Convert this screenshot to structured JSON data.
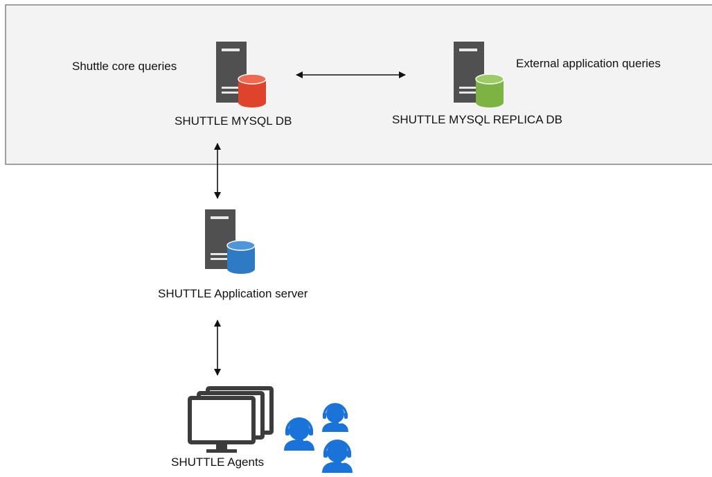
{
  "labels": {
    "core_queries": "Shuttle core queries",
    "external_queries": "External application queries",
    "mysql_db": "SHUTTLE MYSQL DB",
    "replica_db": "SHUTTLE MYSQL REPLICA DB",
    "app_server": "SHUTTLE Application server",
    "agents": "SHUTTLE Agents"
  },
  "colors": {
    "db_group_fill": "#f3f3f3",
    "db_group_border": "#666666",
    "server_body": "#505050",
    "primary_db_cylinder": "#e0432b",
    "replica_db_cylinder": "#7cb342",
    "app_db_cylinder": "#2f7ac4",
    "agent_icon": "#1a73d9",
    "monitor": "#3c3c3c",
    "arrow": "#111111"
  },
  "icons": {
    "primary_db": "database-server-icon",
    "replica_db": "database-server-icon",
    "app_server": "database-server-icon",
    "workstations": "monitors-icon",
    "agents": "support-agent-icon"
  },
  "connections": [
    {
      "from": "mysql_db",
      "to": "replica_db",
      "direction": "bidirectional"
    },
    {
      "from": "mysql_db",
      "to": "app_server",
      "direction": "bidirectional"
    },
    {
      "from": "app_server",
      "to": "agents",
      "direction": "bidirectional"
    }
  ]
}
